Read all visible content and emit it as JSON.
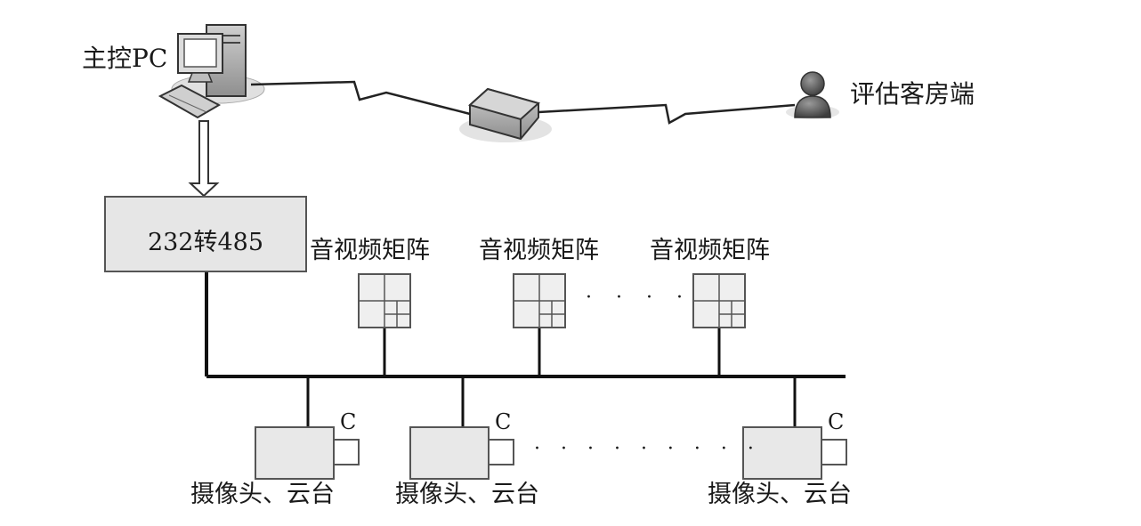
{
  "nodes": {
    "main_pc": "主控PC",
    "client": "评估客房端",
    "converter": "232转485"
  },
  "matrices": [
    {
      "label": "音视频矩阵"
    },
    {
      "label": "音视频矩阵"
    },
    {
      "label": "音视频矩阵"
    }
  ],
  "cameras": [
    {
      "label": "摄像头、云台",
      "mark": "C"
    },
    {
      "label": "摄像头、云台",
      "mark": "C"
    },
    {
      "label": "摄像头、云台",
      "mark": "C"
    }
  ],
  "ellipsis_matrix": "· · · ·",
  "ellipsis_camera": "· · · · · · · · ·"
}
